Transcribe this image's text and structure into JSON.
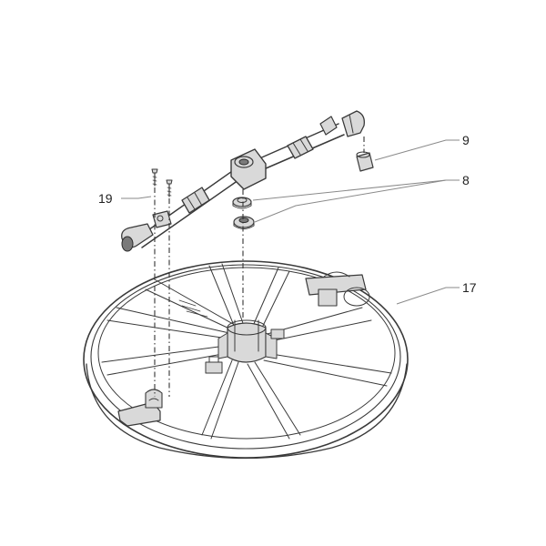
{
  "callouts": {
    "part_9": "9",
    "part_8": "8",
    "part_19": "19",
    "part_17": "17"
  },
  "colors": {
    "line": "#3a3a3a",
    "leader": "#8a8a8a",
    "background": "#ffffff"
  }
}
